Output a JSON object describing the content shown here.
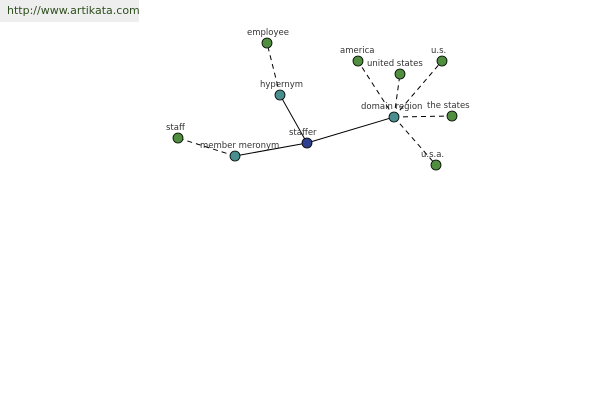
{
  "header": {
    "link_text": "http://www.artikata.com"
  },
  "graph": {
    "colors": {
      "leaf": "#4f8f3f",
      "relation": "#4a8f8f",
      "center": "#2f3f8f"
    },
    "nodes": [
      {
        "id": "staffer",
        "label": "staffer",
        "kind": "center"
      },
      {
        "id": "hypernym",
        "label": "hypernym",
        "kind": "relation"
      },
      {
        "id": "employee",
        "label": "employee",
        "kind": "leaf"
      },
      {
        "id": "member-meronym",
        "label": "member meronym",
        "kind": "relation"
      },
      {
        "id": "staff",
        "label": "staff",
        "kind": "leaf"
      },
      {
        "id": "domain-region",
        "label": "domain region",
        "kind": "relation"
      },
      {
        "id": "america",
        "label": "america",
        "kind": "leaf"
      },
      {
        "id": "united-states",
        "label": "united states",
        "kind": "leaf"
      },
      {
        "id": "us",
        "label": "u.s.",
        "kind": "leaf"
      },
      {
        "id": "the-states",
        "label": "the states",
        "kind": "leaf"
      },
      {
        "id": "usa",
        "label": "u.s.a.",
        "kind": "leaf"
      }
    ],
    "edges": [
      {
        "from": "staffer",
        "to": "hypernym",
        "style": "solid"
      },
      {
        "from": "staffer",
        "to": "member-meronym",
        "style": "solid"
      },
      {
        "from": "staffer",
        "to": "domain-region",
        "style": "solid"
      },
      {
        "from": "hypernym",
        "to": "employee",
        "style": "dashed"
      },
      {
        "from": "member-meronym",
        "to": "staff",
        "style": "dashed"
      },
      {
        "from": "domain-region",
        "to": "america",
        "style": "dashed"
      },
      {
        "from": "domain-region",
        "to": "united-states",
        "style": "dashed"
      },
      {
        "from": "domain-region",
        "to": "us",
        "style": "dashed"
      },
      {
        "from": "domain-region",
        "to": "the-states",
        "style": "dashed"
      },
      {
        "from": "domain-region",
        "to": "usa",
        "style": "dashed"
      }
    ]
  }
}
